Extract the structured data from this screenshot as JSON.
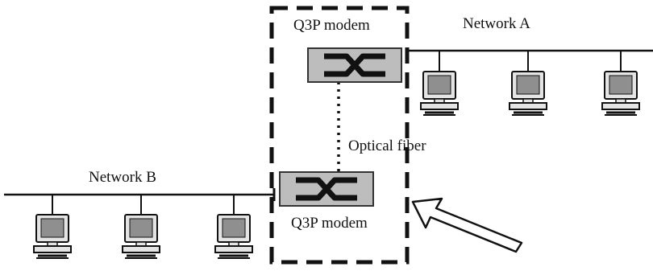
{
  "modem_top": {
    "label": "Q3P modem"
  },
  "modem_bottom": {
    "label": "Q3P modem"
  },
  "network_a": {
    "label": "Network A",
    "computer_count": 3
  },
  "network_b": {
    "label": "Network B",
    "computer_count": 3
  },
  "fiber": {
    "label": "Optical fiber"
  },
  "colors": {
    "ink": "#111111",
    "modem_fill": "#bdbdbd",
    "modem_border": "#333333",
    "monitor_body": "#e4e4e4",
    "monitor_screen": "#8f8f8f",
    "background": "#ffffff"
  }
}
